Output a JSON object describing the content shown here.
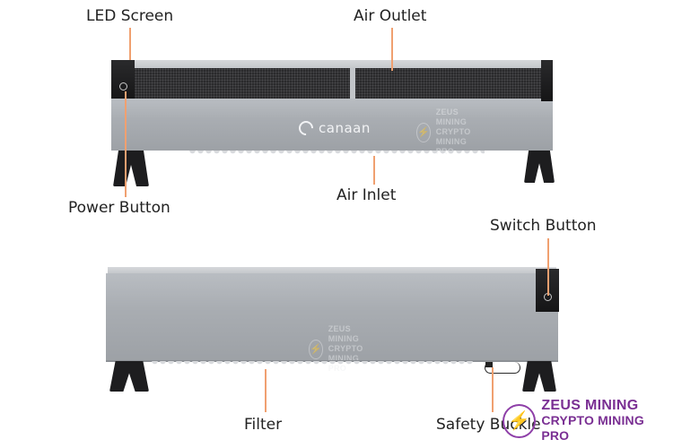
{
  "labels": {
    "led_screen": "LED Screen",
    "air_outlet": "Air Outlet",
    "power_button": "Power Button",
    "air_inlet": "Air Inlet",
    "switch_button": "Switch Button",
    "filter": "Filter",
    "safety_buckle": "Safety Buckle"
  },
  "logo_text": "canaan",
  "watermark": {
    "line1": "ZEUS MINING",
    "line2": "CRYPTO MINING PRO"
  },
  "brand": {
    "line1": "ZEUS MINING",
    "line2": "CRYPTO MINING PRO"
  },
  "colors": {
    "leader": "#f0a070",
    "brand": "#7a2f93"
  },
  "icons": {
    "watermark": "lightning-bolt-icon",
    "logo": "canaan-logo-icon"
  }
}
